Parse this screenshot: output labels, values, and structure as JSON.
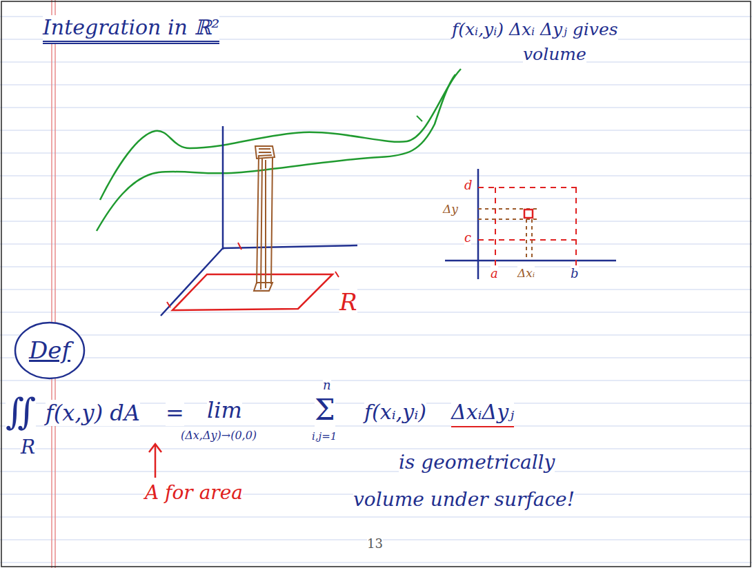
{
  "diagram": {
    "title": "Integration in ℝ²",
    "nodes": [
      {
        "text": [
          "Def"
        ]
      }
    ],
    "labels": [
      "f(xᵢ,yᵢ) Δxᵢ Δyⱼ gives",
      "volume",
      "R",
      "d",
      "Δy",
      "c",
      "a",
      "Δxᵢ",
      "b",
      "∬",
      "R",
      "f(x,y) dA",
      "=",
      "lim",
      "(Δx,Δy)→(0,0)",
      "n",
      "Σ",
      "i,j=1",
      "f(xᵢ,yᵢ)",
      "ΔxᵢΔyⱼ",
      "A for area",
      "is geometrically",
      "volume under surface!",
      "13"
    ]
  }
}
